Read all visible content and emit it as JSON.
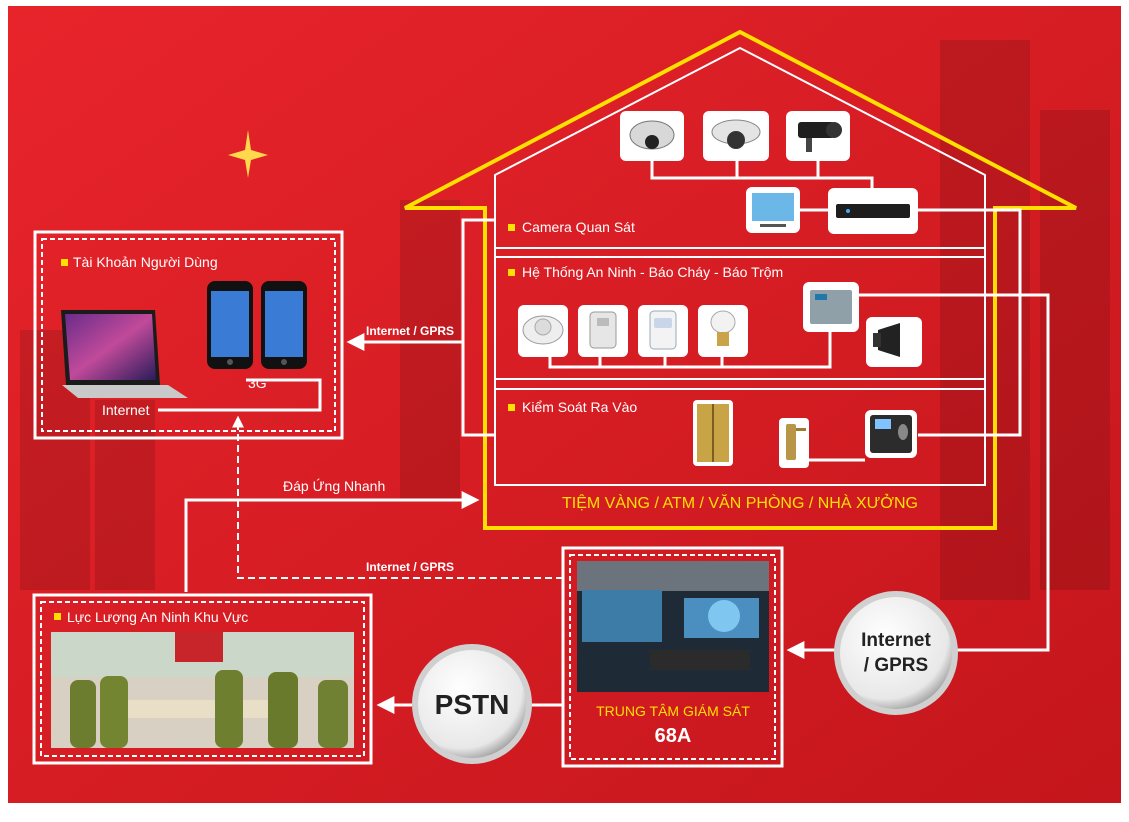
{
  "user_account": {
    "title": "Tài Khoản Người Dùng",
    "label_3g": "3G",
    "label_internet": "Internet"
  },
  "house": {
    "camera_section": "Camera Quan Sát",
    "security_section": "Hệ Thống An Ninh - Báo Cháy - Báo Trộm",
    "access_section": "Kiểm Soát Ra Vào",
    "footer": "TIỆM VÀNG / ATM / VĂN PHÒNG / NHÀ XƯỞNG"
  },
  "links": {
    "top_link": "Internet / GPRS",
    "response_link": "Đáp Ứng Nhanh",
    "mid_link": "Internet / GPRS"
  },
  "security_force": {
    "title": "Lực Lượng An Ninh Khu Vực"
  },
  "monitoring_center": {
    "title": "TRUNG TÂM GIÁM SÁT",
    "code": "68A"
  },
  "nodes": {
    "pstn": "PSTN",
    "internet_line1": "Internet",
    "internet_line2": "/ GPRS"
  },
  "colors": {
    "background_red": "#e31e24",
    "accent_yellow": "#ffe000",
    "line_white": "#ffffff"
  }
}
